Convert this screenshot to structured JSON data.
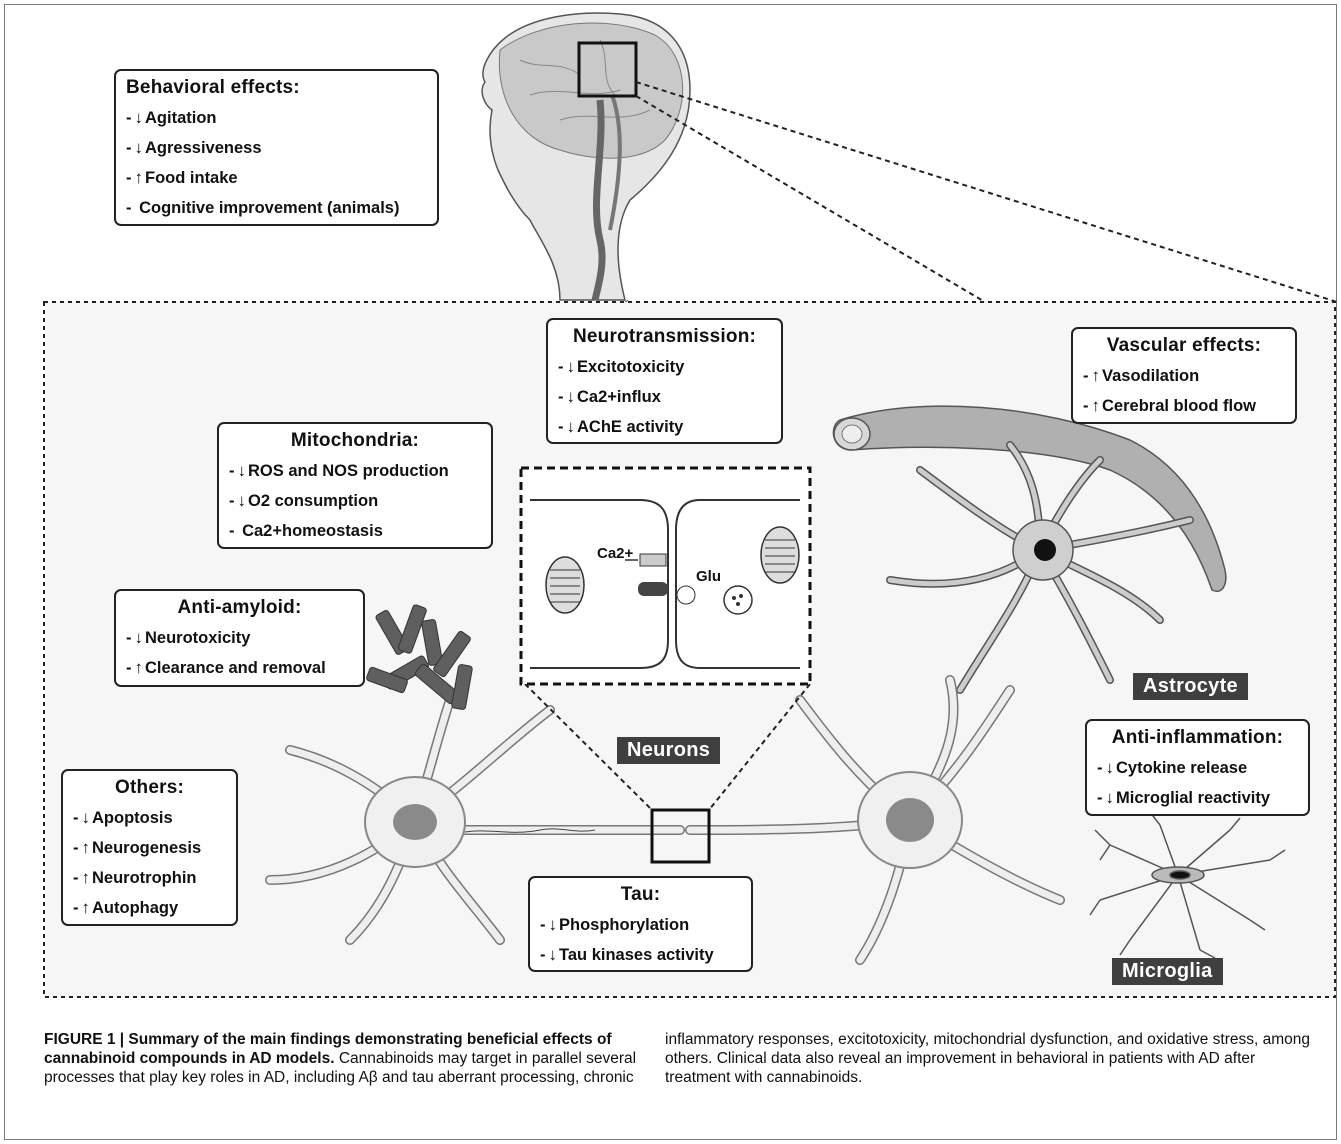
{
  "figure": {
    "behavioral": {
      "title": "Behavioral effects:",
      "items": [
        {
          "dir": "down",
          "text": "Agitation"
        },
        {
          "dir": "down",
          "text": "Agressiveness"
        },
        {
          "dir": "up",
          "text": "Food intake"
        },
        {
          "dir": "",
          "text": "Cognitive improvement (animals)"
        }
      ]
    },
    "neurotransmission": {
      "title": "Neurotransmission:",
      "items": [
        {
          "dir": "down",
          "text": "Excitotoxicity"
        },
        {
          "dir": "down",
          "text": "Ca2+influx"
        },
        {
          "dir": "down",
          "text": "AChE activity"
        }
      ]
    },
    "vascular": {
      "title": "Vascular effects:",
      "items": [
        {
          "dir": "up",
          "text": "Vasodilation"
        },
        {
          "dir": "up",
          "text": "Cerebral blood flow"
        }
      ]
    },
    "mitochondria": {
      "title": "Mitochondria:",
      "items": [
        {
          "dir": "down",
          "text": "ROS and NOS production"
        },
        {
          "dir": "down",
          "text": "O2 consumption"
        },
        {
          "dir": "",
          "text": "Ca2+homeostasis"
        }
      ]
    },
    "anti_amyloid": {
      "title": "Anti-amyloid:",
      "items": [
        {
          "dir": "down",
          "text": "Neurotoxicity"
        },
        {
          "dir": "up",
          "text": "Clearance and removal"
        }
      ]
    },
    "others": {
      "title": "Others:",
      "items": [
        {
          "dir": "down",
          "text": "Apoptosis"
        },
        {
          "dir": "up",
          "text": "Neurogenesis"
        },
        {
          "dir": "up",
          "text": "Neurotrophin"
        },
        {
          "dir": "up",
          "text": "Autophagy"
        }
      ]
    },
    "tau": {
      "title": "Tau:",
      "items": [
        {
          "dir": "down",
          "text": "Phosphorylation"
        },
        {
          "dir": "down",
          "text": "Tau kinases activity"
        }
      ]
    },
    "anti_inflammation": {
      "title": "Anti-inflammation:",
      "items": [
        {
          "dir": "down",
          "text": "Cytokine release"
        },
        {
          "dir": "down",
          "text": "Microglial reactivity"
        }
      ]
    },
    "labels": {
      "astrocyte": "Astrocyte",
      "neurons": "Neurons",
      "microglia": "Microglia",
      "ca": "Ca2+",
      "glu": "Glu"
    }
  },
  "caption": {
    "bold_lead": "FIGURE 1 | Summary of the main findings demonstrating beneficial effects of cannabinoid compounds in AD models.",
    "left_text": "Cannabinoids may target in parallel several processes that play key roles in AD, including Aβ and tau aberrant processing, chronic",
    "right_text": "inflammatory responses, excitotoxicity, mitochondrial dysfunction, and oxidative stress, among others. Clinical data also reveal an improvement in behavioral in patients with AD after treatment with cannabinoids."
  }
}
